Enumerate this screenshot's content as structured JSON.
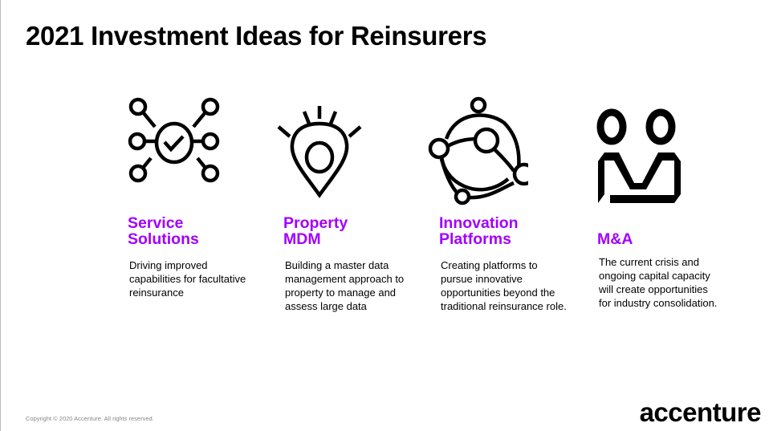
{
  "title": "2021 Investment Ideas for Reinsurers",
  "ideas": [
    {
      "heading": "Service Solutions",
      "body": "Driving improved capabilities for facultative reinsurance",
      "icon": "network-check-icon"
    },
    {
      "heading": "Property MDM",
      "body": "Building a master data management approach to property to manage and assess large data",
      "icon": "location-pin-icon"
    },
    {
      "heading": "Innovation Platforms",
      "body": "Creating platforms to pursue innovative opportunities beyond the traditional reinsurance role.",
      "icon": "orbit-network-icon"
    },
    {
      "heading": "M&A",
      "body": "The current crisis and ongoing capital capacity will create opportunities for industry consolidation.",
      "icon": "merger-people-icon"
    }
  ],
  "footer": {
    "copyright": "Copyright © 2020 Accenture. All rights reserved.",
    "logo": "accenture"
  },
  "accent": "#A100FF"
}
